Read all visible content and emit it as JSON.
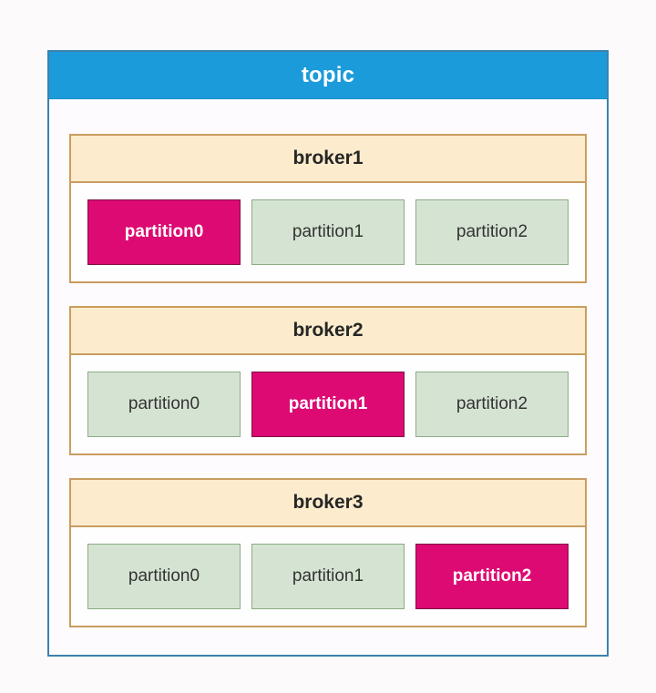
{
  "diagram": {
    "title": "topic",
    "colors": {
      "topic_header_bg": "#1c9bdb",
      "topic_border": "#3b81ae",
      "broker_header_bg": "#fceccd",
      "broker_border": "#c99c5f",
      "partition_normal_bg": "#d5e4d2",
      "partition_normal_border": "#8cab86",
      "partition_leader_bg": "#dc0a72",
      "partition_leader_border": "#7d1345",
      "page_bg": "#fdfafc"
    },
    "brokers": [
      {
        "label": "broker1",
        "partitions": [
          {
            "label": "partition0",
            "state": "leader"
          },
          {
            "label": "partition1",
            "state": "replica"
          },
          {
            "label": "partition2",
            "state": "replica"
          }
        ]
      },
      {
        "label": "broker2",
        "partitions": [
          {
            "label": "partition0",
            "state": "replica"
          },
          {
            "label": "partition1",
            "state": "leader"
          },
          {
            "label": "partition2",
            "state": "replica"
          }
        ]
      },
      {
        "label": "broker3",
        "partitions": [
          {
            "label": "partition0",
            "state": "replica"
          },
          {
            "label": "partition1",
            "state": "replica"
          },
          {
            "label": "partition2",
            "state": "leader"
          }
        ]
      }
    ]
  }
}
